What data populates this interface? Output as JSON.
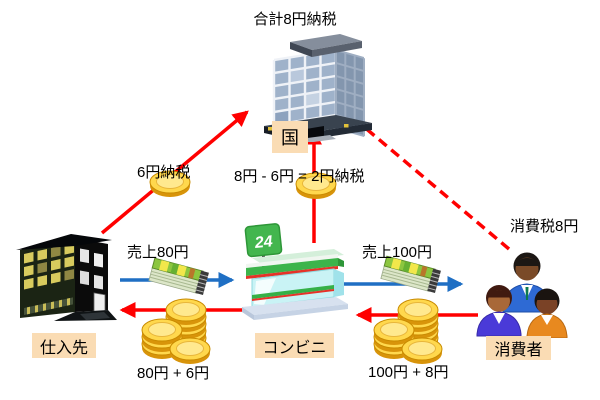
{
  "title": "合計8円納税",
  "colors": {
    "tax_arrow": "#FF0000",
    "sales_arrow": "#1F6FC4",
    "label_bg": "#FADCB4",
    "coin_gold": "#FFD84D"
  },
  "nodes": {
    "government": {
      "label": "国",
      "icon": "government-building-icon"
    },
    "supplier": {
      "label": "仕入先",
      "icon": "supplier-building-icon"
    },
    "store": {
      "label": "コンビニ",
      "sign": "24",
      "icon": "convenience-store-icon"
    },
    "consumers": {
      "label": "消費者",
      "icon": "consumers-icon"
    }
  },
  "flows": [
    {
      "id": "supplier-tax-to-government",
      "label": "6円納税",
      "arrow": "solid-red",
      "icon": "coin-icon"
    },
    {
      "id": "store-tax-to-government",
      "label": "8円 - 6円 = 2円納税",
      "arrow": "solid-red",
      "icon": "coin-icon"
    },
    {
      "id": "consumer-tax-note",
      "label": "消費税8円",
      "arrow": "dashed-red"
    },
    {
      "id": "supplier-sales-to-store",
      "label": "売上80円",
      "arrow": "solid-blue",
      "icon": "banknotes-icon"
    },
    {
      "id": "store-sales-to-consumers",
      "label": "売上100円",
      "arrow": "solid-blue",
      "icon": "banknotes-icon"
    },
    {
      "id": "store-payment-to-supplier",
      "label": "80円 + 6円",
      "arrow": "solid-red",
      "icon": "coin-stack-icon"
    },
    {
      "id": "consumers-payment-to-store",
      "label": "100円 + 8円",
      "arrow": "solid-red",
      "icon": "coin-stack-icon"
    }
  ]
}
